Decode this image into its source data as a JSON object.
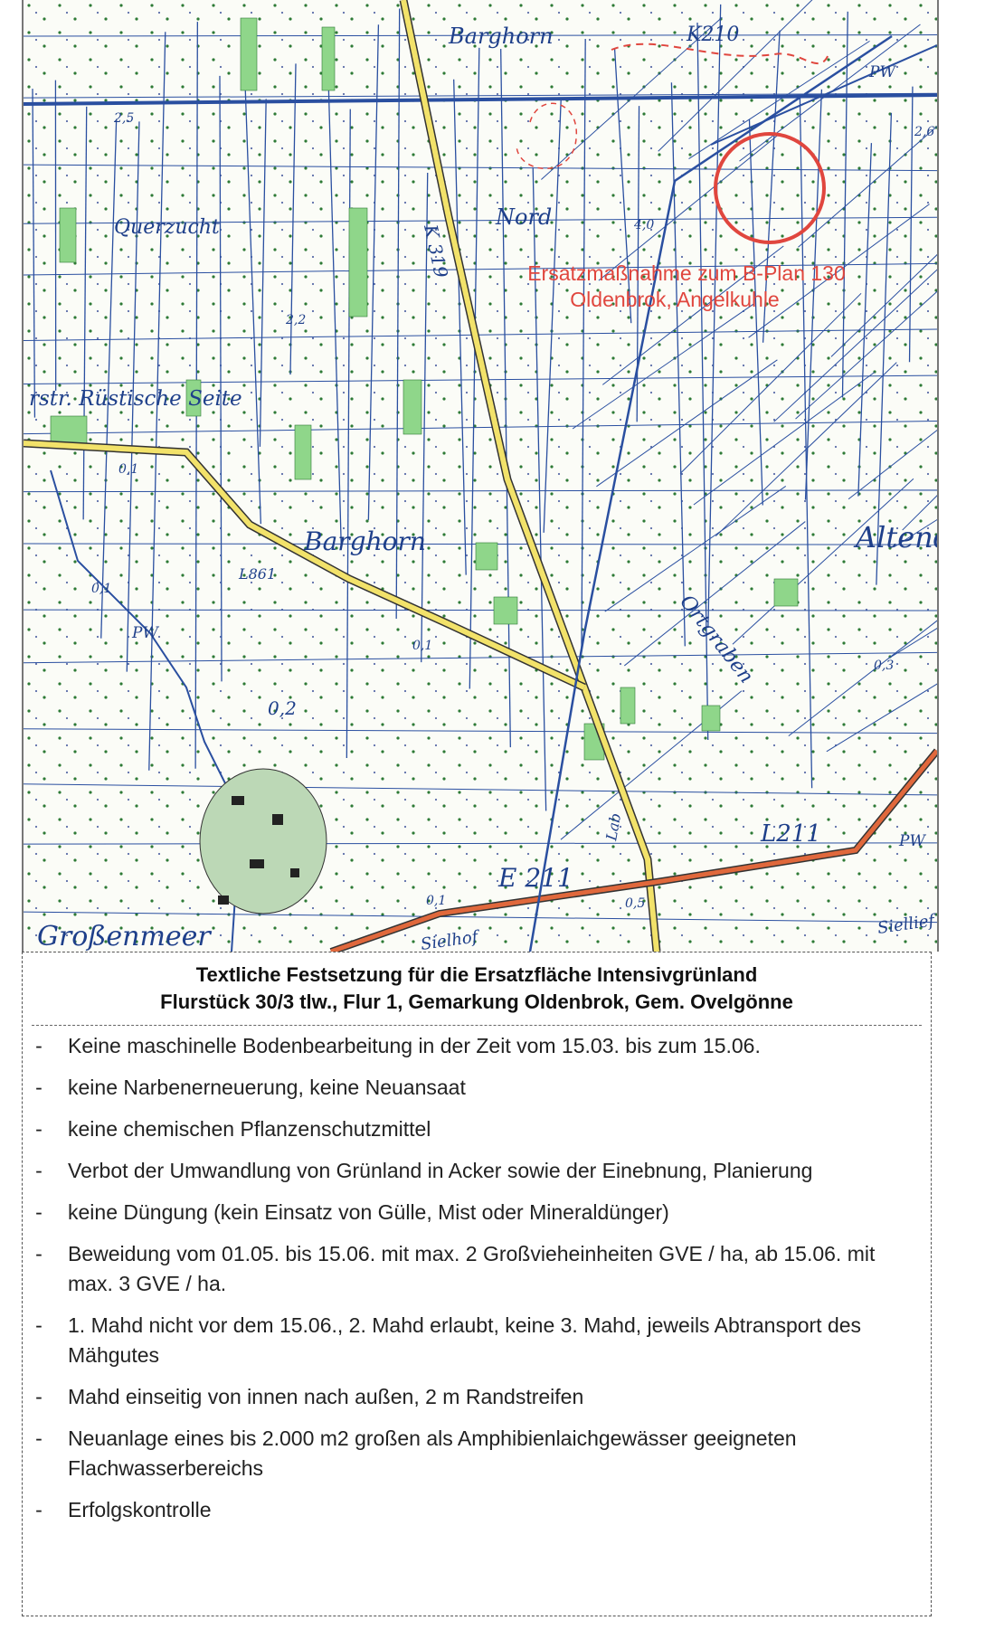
{
  "map": {
    "place_labels": {
      "barghorn_north": "Barghorn",
      "road_k210": "K210",
      "road_pw_ne": "PW",
      "height_25": "2,5",
      "height_26": "2,6",
      "road_k319": "K 319",
      "nord": "Nord",
      "height_40": "4,0",
      "querzucht": "Querzucht",
      "height_22": "2,2",
      "heistrasse": "rstr. Rüstische Seite",
      "height_01a": "0,1",
      "barghorn_center": "Barghorn",
      "road_l861": "L861",
      "height_01b": "0,1",
      "road_pw_w": "PW",
      "height_01c": "0,1",
      "ortgraben": "Ortgraben",
      "altend": "Altend",
      "height_03": "0,3",
      "height_02": "0,2",
      "road_l211": "L211",
      "road_pw_e": "PW",
      "road_e211": "E 211",
      "road_lab": "Lab",
      "height_05": "0,5",
      "height_01d": "0,1",
      "grossenmeer": "Großenmeer",
      "sielhof": "Sielhof",
      "siellief": "Siellief"
    },
    "annotation": {
      "line1": "Ersatzmaßnahme zum B-Plan 130",
      "line2": "Oldenbrok, Angelkuhle"
    },
    "colors": {
      "annotation": "#e0463e",
      "road_yellow": "#f2e26a",
      "road_orange": "#e0683c",
      "water_blue": "#2a4fa0",
      "woods_green": "#8fd68a"
    }
  },
  "festsetzung": {
    "title_line1": "Textliche Festsetzung für die Ersatzfläche Intensivgrünland",
    "title_line2": "Flurstück 30/3 tlw., Flur 1, Gemarkung Oldenbrok, Gem. Ovelgönne",
    "bullet": "-",
    "items": [
      "Keine maschinelle Bodenbearbeitung in der Zeit vom 15.03. bis zum 15.06.",
      "keine Narbenerneuerung, keine Neuansaat",
      "keine chemischen Pflanzenschutzmittel",
      "Verbot der Umwandlung von Grünland in Acker sowie der Einebnung, Planierung",
      "keine Düngung (kein Einsatz von Gülle, Mist oder Mineraldünger)",
      "Beweidung vom 01.05. bis 15.06. mit max. 2 Großvieheinheiten GVE / ha, ab 15.06. mit max. 3 GVE / ha.",
      "1. Mahd nicht vor dem 15.06., 2. Mahd erlaubt, keine 3. Mahd, jeweils Abtransport des Mähgutes",
      "Mahd einseitig von innen nach außen, 2 m Randstreifen",
      "Neuanlage eines bis 2.000 m2 großen als Amphibienlaichgewässer geeigneten Flachwasserbereichs",
      "Erfolgskontrolle"
    ]
  }
}
